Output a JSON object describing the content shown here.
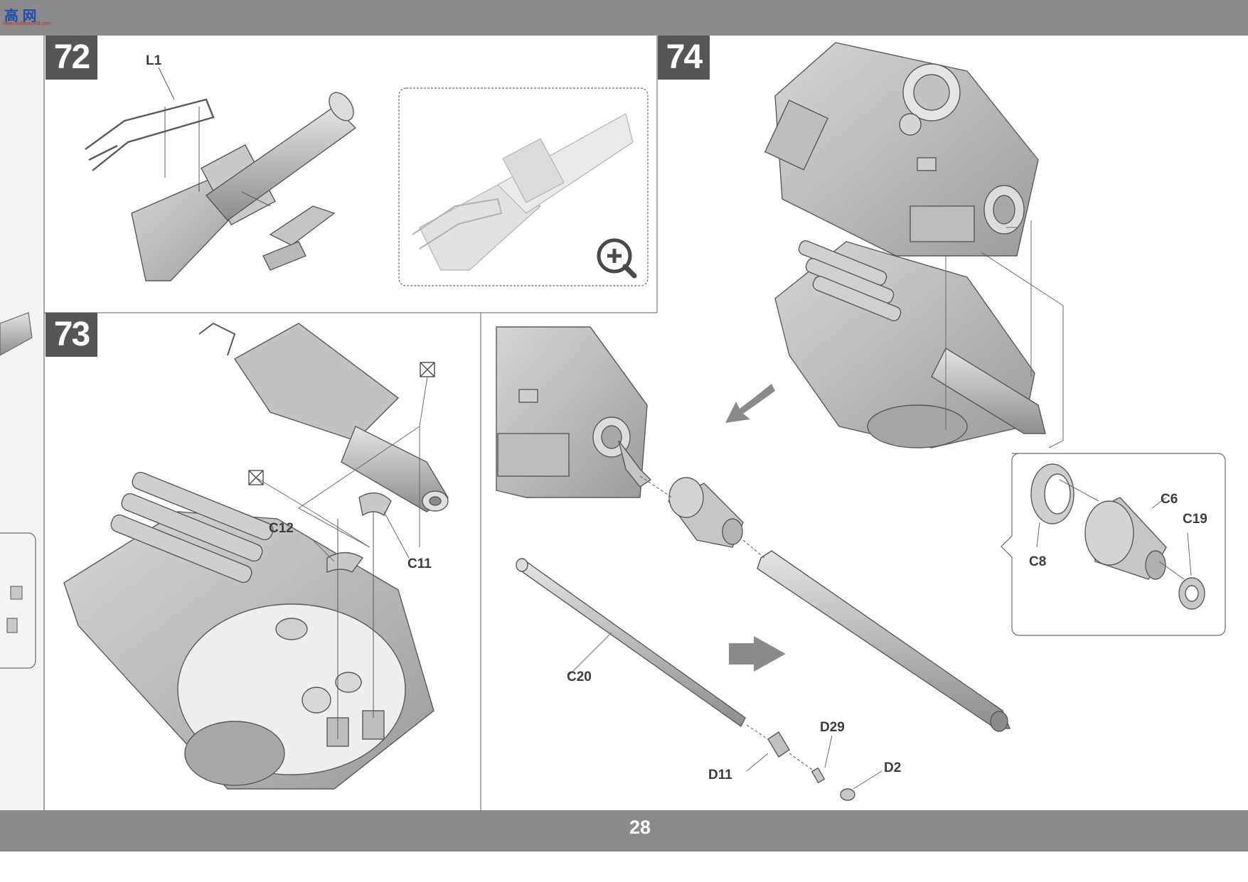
{
  "site_logo": {
    "text": "高 网",
    "subtext": "www.hobbyworld.com"
  },
  "page_number": "28",
  "steps": [
    {
      "number": "72",
      "parts": [
        "L1"
      ]
    },
    {
      "number": "73",
      "parts": [
        "C12",
        "C11"
      ]
    },
    {
      "number": "74",
      "parts": [
        "C6",
        "C19",
        "C8",
        "C20",
        "D29",
        "D11",
        "D2"
      ]
    }
  ],
  "icons": [
    "magnify-plus-icon",
    "cement-icon",
    "direction-arrow-icon"
  ],
  "colors": {
    "band": "#8a8a8a",
    "step_box": "#565656",
    "line_art": "#6a6a6a",
    "part_fill": "#bdbdbd"
  }
}
